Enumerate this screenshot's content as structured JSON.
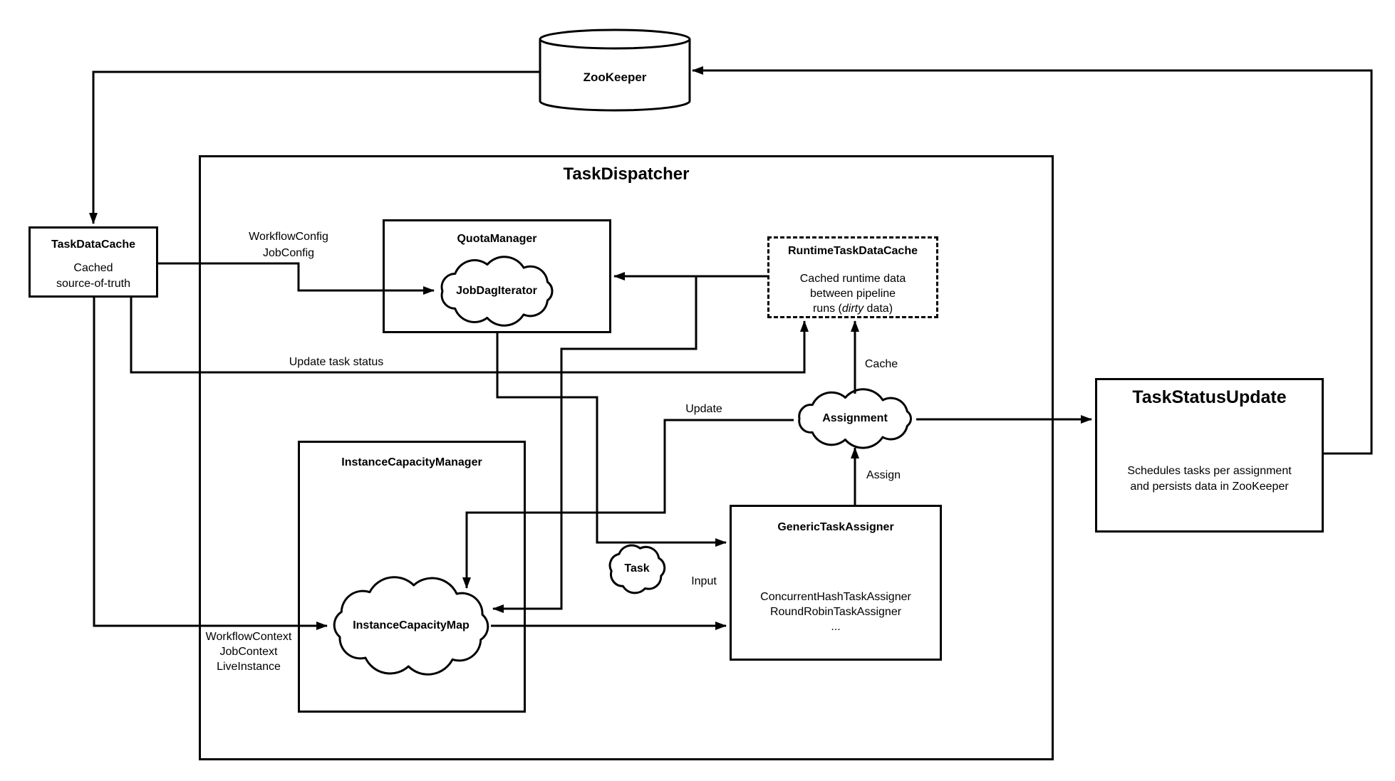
{
  "colors": {
    "line": "#000000",
    "background": "#ffffff"
  },
  "nodes": {
    "zookeeper": {
      "label": "ZooKeeper"
    },
    "task_dispatcher": {
      "label": "TaskDispatcher"
    },
    "task_data_cache": {
      "label": "TaskDataCache",
      "line1": "Cached",
      "line2": "source-of-truth"
    },
    "quota_manager": {
      "label": "QuotaManager"
    },
    "job_dag_iterator": {
      "label": "JobDagIterator"
    },
    "runtime_task_data_cache": {
      "label": "RuntimeTaskDataCache",
      "line1": "Cached runtime data",
      "line2": "between pipeline",
      "line3_pre": "runs (",
      "line3_italic": "dirty",
      "line3_post": " data)"
    },
    "instance_capacity_manager": {
      "label": "InstanceCapacityManager"
    },
    "instance_capacity_map": {
      "label": "InstanceCapacityMap"
    },
    "generic_task_assigner": {
      "label": "GenericTaskAssigner",
      "line1": "ConcurrentHashTaskAssigner",
      "line2": "RoundRobinTaskAssigner",
      "line3": "..."
    },
    "task": {
      "label": "Task"
    },
    "assignment": {
      "label": "Assignment"
    },
    "task_status_update": {
      "label": "TaskStatusUpdate",
      "line1": "Schedules tasks per assignment",
      "line2": "and persists data in ZooKeeper"
    }
  },
  "edge_labels": {
    "workflow_config": {
      "line1": "WorkflowConfig",
      "line2": "JobConfig"
    },
    "update_task_status": "Update task status",
    "cache": "Cache",
    "update": "Update",
    "assign": "Assign",
    "input": "Input",
    "workflow_context": {
      "line1": "WorkflowContext",
      "line2": "JobContext",
      "line3": "LiveInstance"
    }
  }
}
